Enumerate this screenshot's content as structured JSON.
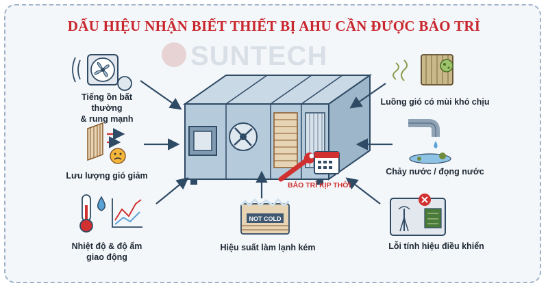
{
  "title": "DẤU HIỆU NHẬN BIẾT THIẾT BỊ AHU CẦN ĐƯỢC BẢO TRÌ",
  "watermark": "SUNTECH",
  "signs": {
    "noise": [
      "Tiếng ồn bất thường",
      "& rung mạnh"
    ],
    "airflow": "Lưu lượng gió giảm",
    "temp": [
      "Nhiệt độ & độ ẩm",
      "giao động"
    ],
    "cooling": "Hiệu suất làm lạnh kém",
    "smell": "Luồng gió có mùi khó chịu",
    "leak": "Chảy nước / đọng nước",
    "signal": "Lỗi tính hiệu điều khiển"
  },
  "maintenance_label": "BẢO TRÌ KỊP THỜI",
  "not_cold_label": "NOT COLD",
  "colors": {
    "title": "#c8262d",
    "arrow": "#2f4a64",
    "accent": "#d0302f"
  }
}
